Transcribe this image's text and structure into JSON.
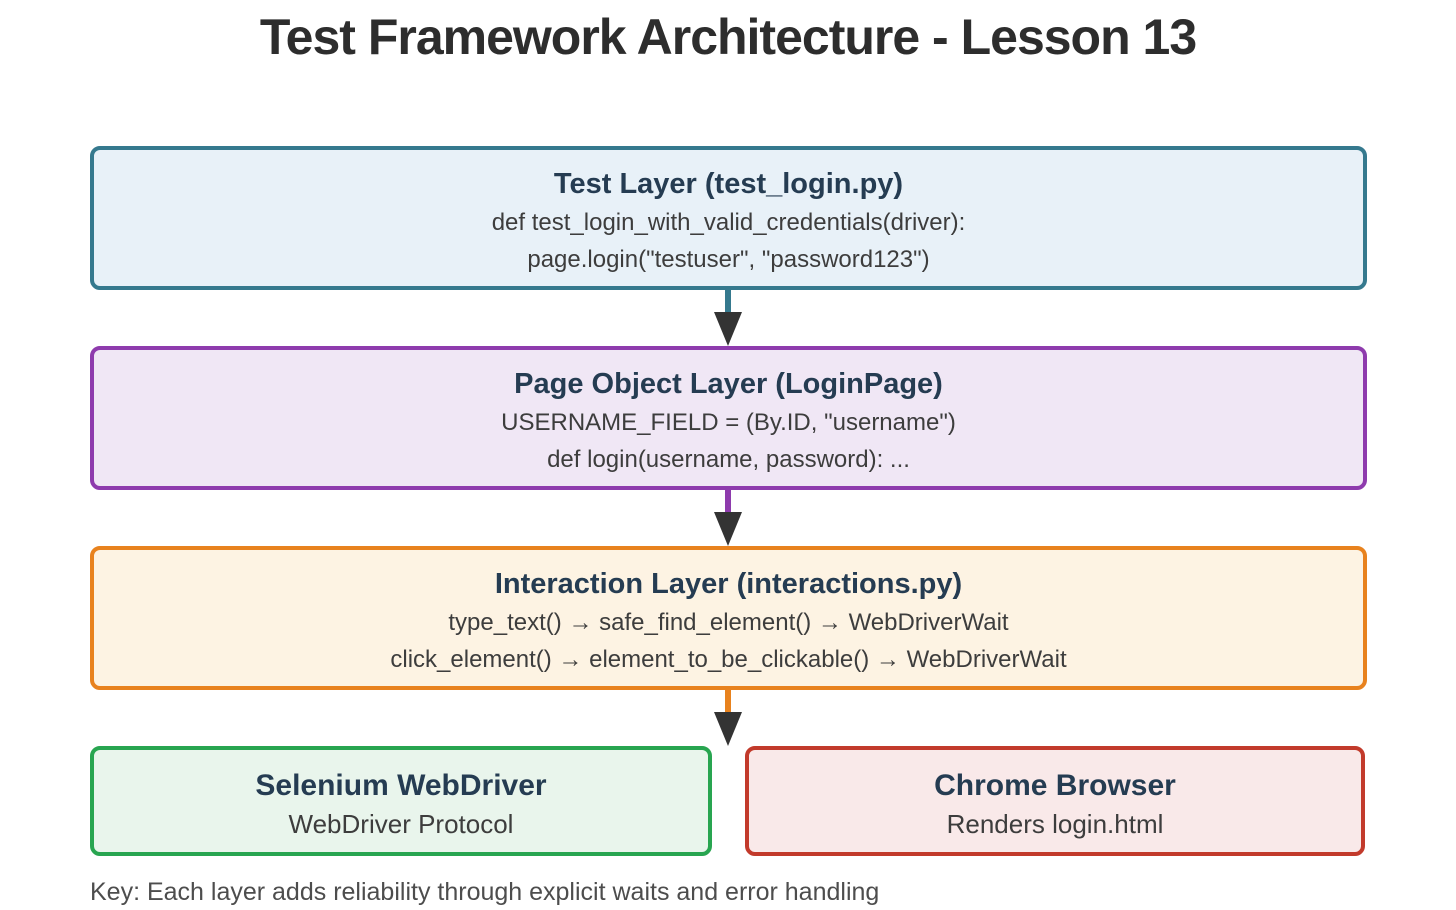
{
  "title": "Test Framework Architecture - Lesson 13",
  "layers": [
    {
      "id": "test-layer",
      "heading": "Test Layer (test_login.py)",
      "lines": [
        "def test_login_with_valid_credentials(driver):",
        "page.login(\"testuser\", \"password123\")"
      ],
      "fill": "#e8f1f8",
      "border": "#35798e"
    },
    {
      "id": "page-object-layer",
      "heading": "Page Object Layer (LoginPage)",
      "lines": [
        "USERNAME_FIELD = (By.ID, \"username\")",
        "def login(username, password): ..."
      ],
      "fill": "#f0e7f5",
      "border": "#8e3bad"
    },
    {
      "id": "interaction-layer",
      "heading": "Interaction Layer (interactions.py)",
      "lines": [
        "type_text() → safe_find_element() → WebDriverWait",
        "click_element() → element_to_be_clickable() → WebDriverWait"
      ],
      "fill": "#fdf3e3",
      "border": "#e8821e"
    }
  ],
  "bottom_boxes": [
    {
      "id": "selenium-webdriver",
      "heading": "Selenium WebDriver",
      "subtitle": "WebDriver Protocol",
      "fill": "#e9f5ec",
      "border": "#28a550"
    },
    {
      "id": "chrome-browser",
      "heading": "Chrome Browser",
      "subtitle": "Renders login.html",
      "fill": "#f9e9e9",
      "border": "#c23a2b"
    }
  ],
  "key_note": "Key: Each layer adds reliability through explicit waits and error handling",
  "colors": {
    "title_text": "#2d2d2d",
    "heading_text": "#253c52",
    "body_text": "#3d3d3d",
    "key_text": "#4d4d4d",
    "arrowhead": "#333333",
    "teal_accent": "#35798e",
    "purple_accent": "#8e3bad",
    "orange_accent": "#e8821e",
    "green_accent": "#28a550",
    "red_accent": "#c23a2b"
  }
}
